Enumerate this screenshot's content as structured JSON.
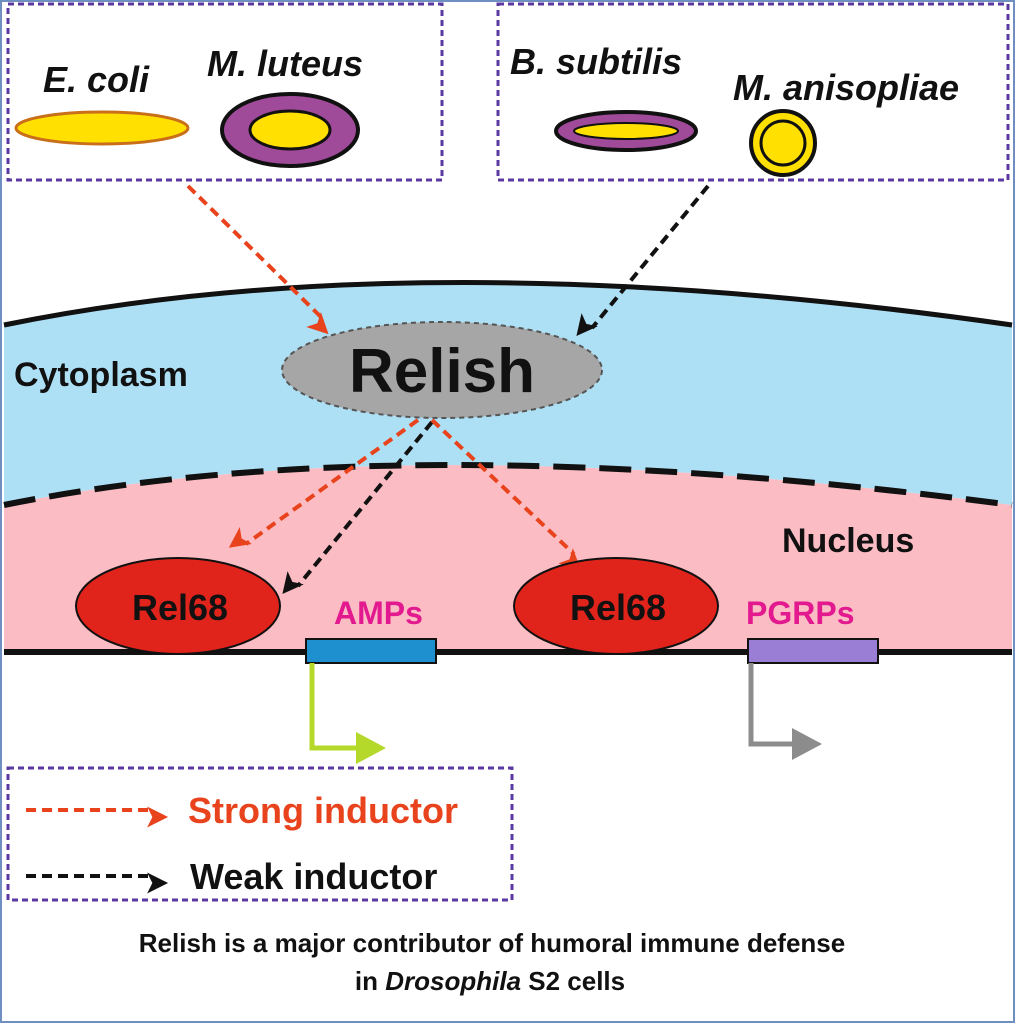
{
  "bacteria_group_strong": {
    "ecoli_label": "E. coli",
    "mluteus_label": "M. luteus"
  },
  "bacteria_group_weak": {
    "bsubtilis_label": "B. subtilis",
    "manisopliae_label": "M. anisopliae"
  },
  "compartments": {
    "cytoplasm_label": "Cytoplasm",
    "nucleus_label": "Nucleus"
  },
  "relish_label": "Relish",
  "rel68_left_label": "Rel68",
  "rel68_right_label": "Rel68",
  "genes": {
    "amps_label": "AMPs",
    "pgrps_label": "PGRPs"
  },
  "legend": {
    "strong_label": "Strong inductor",
    "weak_label": "Weak inductor"
  },
  "caption": {
    "line1": "Relish is a major contributor of humoral immune defense",
    "line2_prefix": "in ",
    "line2_italic": "Drosophila",
    "line2_suffix": " S2 cells"
  },
  "colors": {
    "cytoplasm": "#aee0f5",
    "nucleus": "#fbbcc3",
    "strong_arrow": "#e8431c",
    "weak_arrow": "#111111",
    "rel68_fill": "#e0241b",
    "relish_fill": "#a6a6a6",
    "gene_label": "#e2198f",
    "amps_box": "#1e90cf",
    "pgrps_box": "#9a7ed6",
    "amps_arrow": "#b5d92a",
    "pgrps_arrow": "#8c8c8c",
    "bacteria_yellow": "#ffe000",
    "bacteria_purple": "#a04a9a",
    "box_border": "#5a3aa0"
  }
}
